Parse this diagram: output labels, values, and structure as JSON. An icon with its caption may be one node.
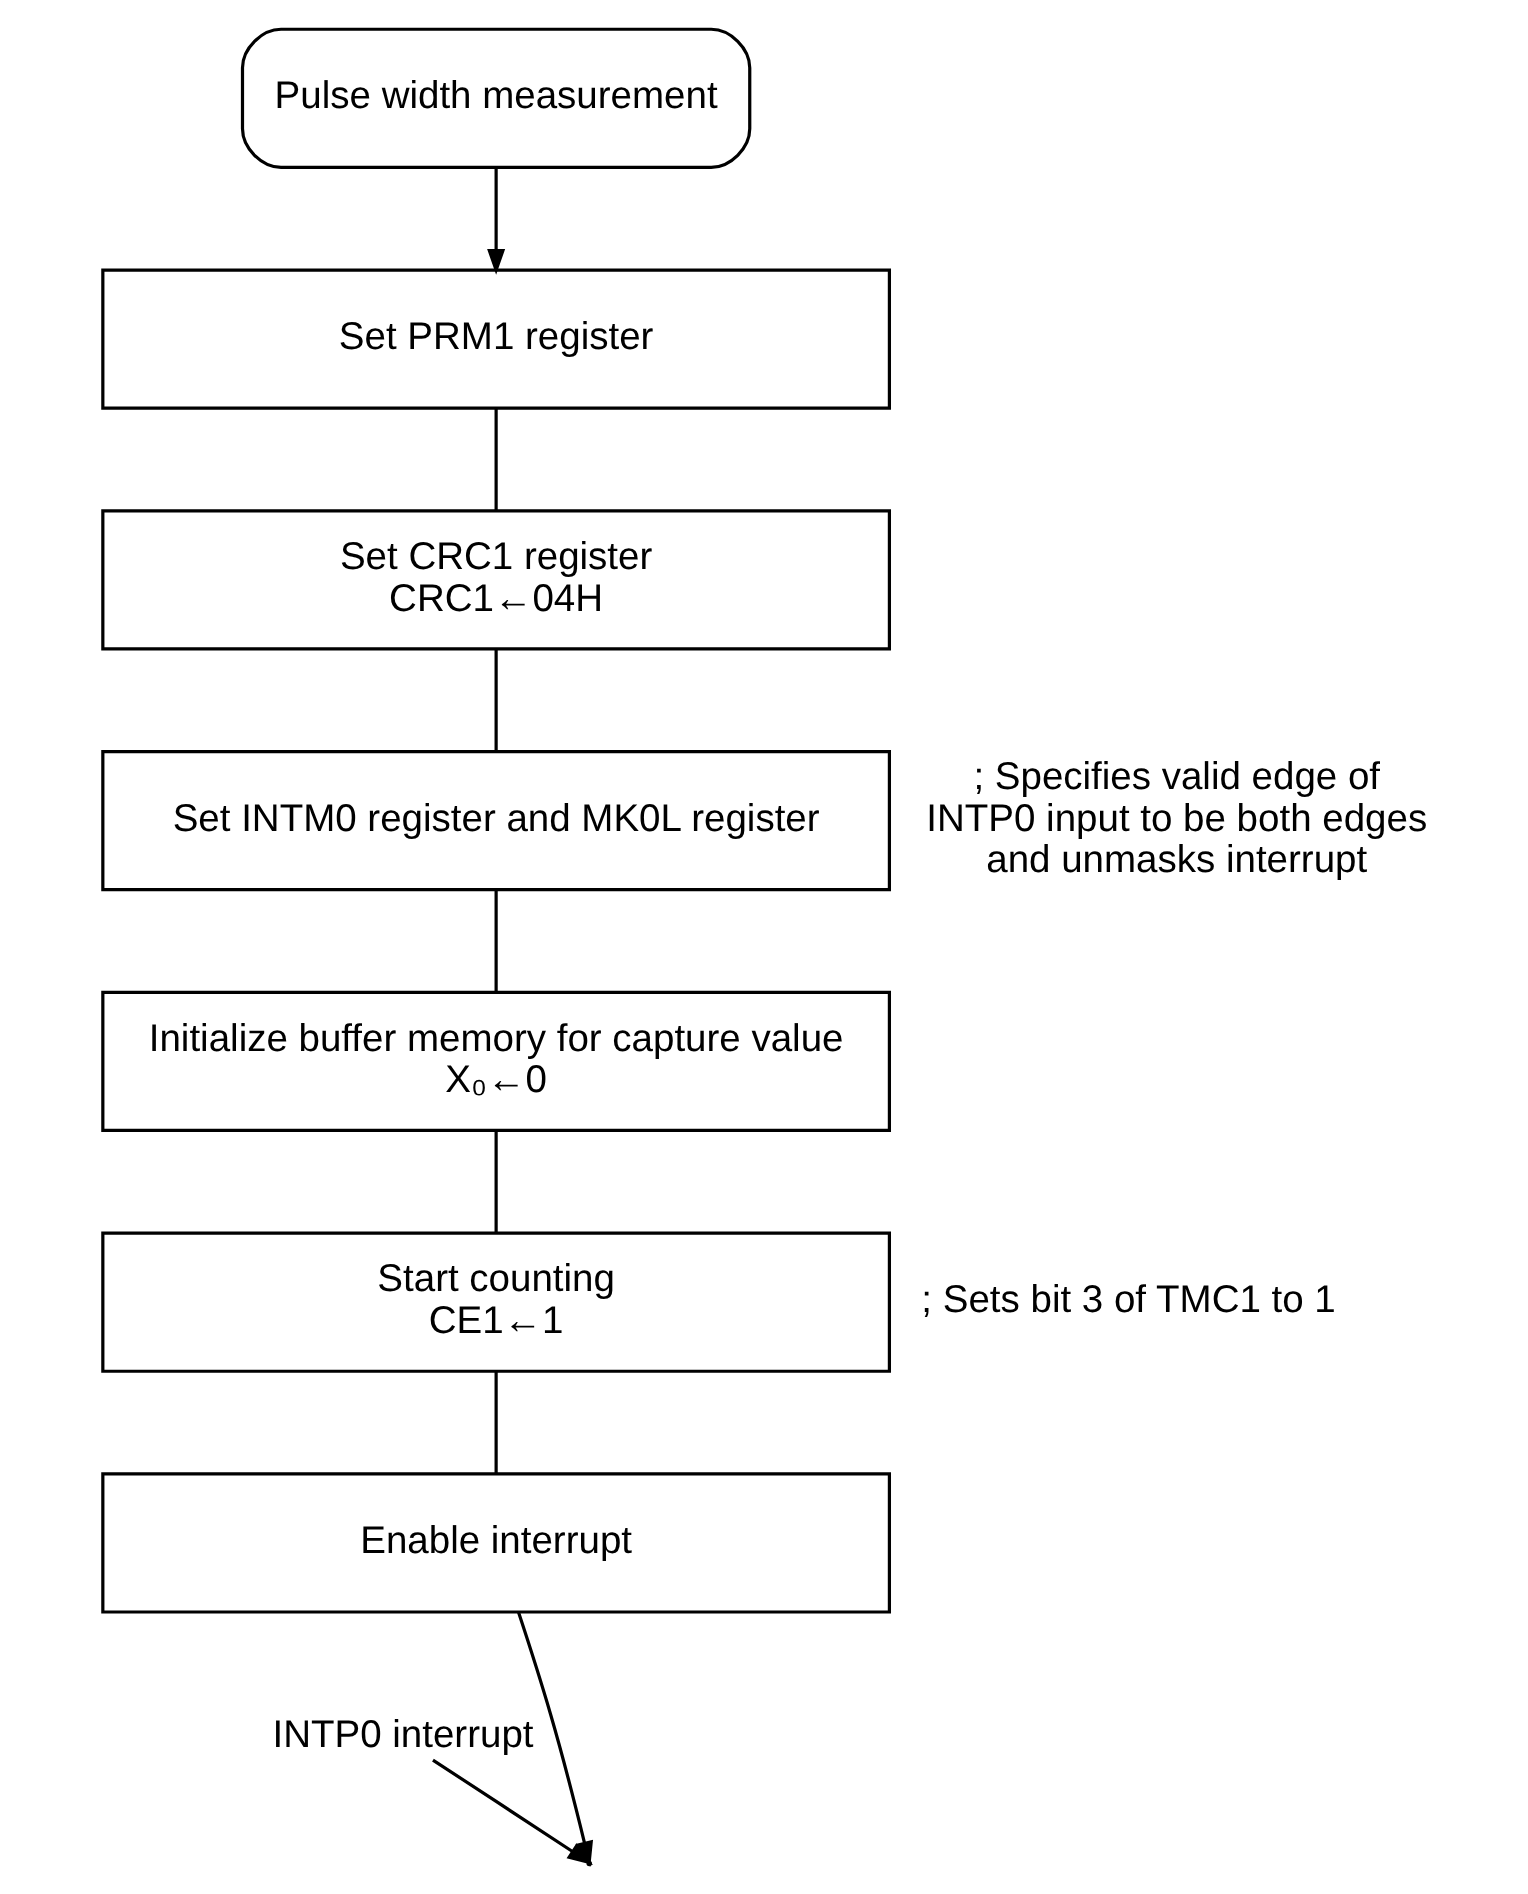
{
  "diagram": {
    "nodes": [
      {
        "text": [
          "Pulse width measurement"
        ]
      },
      {
        "text": [
          "Set PRM1 register"
        ]
      },
      {
        "text": [
          "Set CRC1 register",
          "CRC1←04H"
        ]
      },
      {
        "text": [
          "Set INTM0 register and MK0L register"
        ],
        "beside": [
          "; Specifies valid edge of INTP0 input to be both edges and unmasks interrupt"
        ]
      },
      {
        "text": [
          "Initialize buffer memory for capture value",
          "X₀←0"
        ]
      },
      {
        "text": [
          "Start counting",
          "CE1←1"
        ],
        "beside": [
          "; Sets bit 3 of TMC1 to 1"
        ]
      },
      {
        "text": [
          "Enable interrupt"
        ]
      },
      {
        "text": [
          "INTP0 interrupt"
        ]
      }
    ],
    "edges": [
      {
        "from": 0,
        "to": 1,
        "arrow": "to"
      },
      {
        "from": 1,
        "to": 2,
        "arrow": "none"
      },
      {
        "from": 2,
        "to": 3,
        "arrow": "none"
      },
      {
        "from": 3,
        "to": 4,
        "arrow": "none"
      },
      {
        "from": 4,
        "to": 5,
        "arrow": "none"
      },
      {
        "from": 5,
        "to": 6,
        "arrow": "none"
      },
      {
        "from": 6,
        "to": null,
        "arrow": "to"
      },
      {
        "from": 7,
        "to": null,
        "arrow": "to"
      }
    ]
  }
}
